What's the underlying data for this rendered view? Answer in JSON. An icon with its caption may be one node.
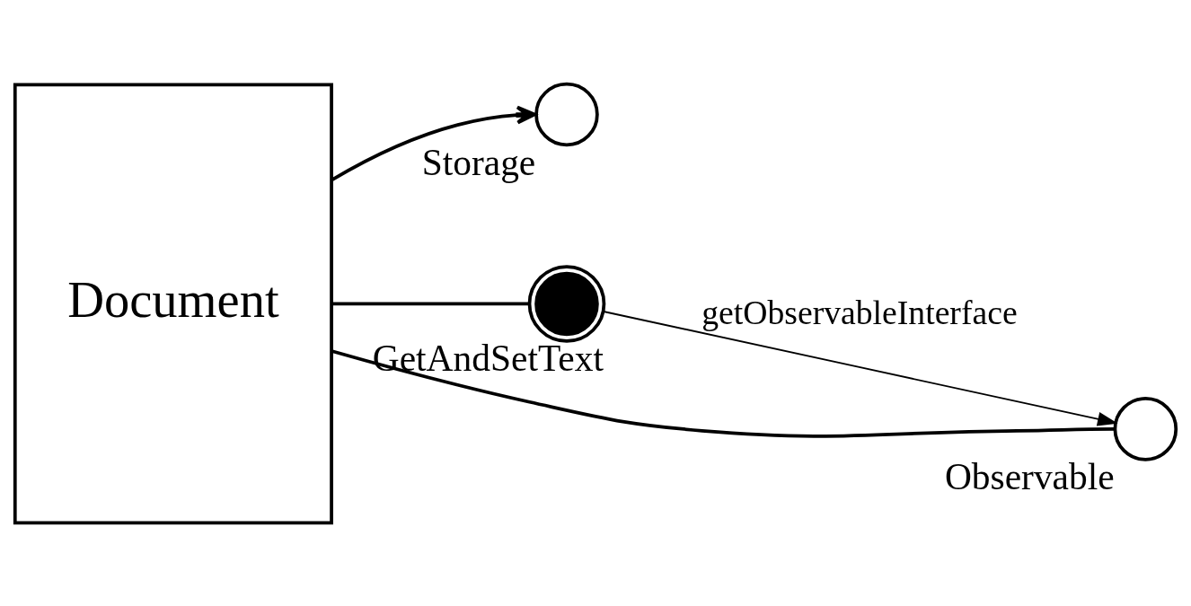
{
  "diagram": {
    "nodes": [
      {
        "text": [
          "Document"
        ]
      },
      {
        "text": [
          "Storage"
        ]
      },
      {
        "text": [
          "GetAndSetText"
        ]
      },
      {
        "text": [
          "Observable"
        ]
      }
    ],
    "edges": [
      {
        "from": 0,
        "to": 1,
        "arrow": "to"
      },
      {
        "from": 0,
        "to": 2,
        "arrow": "none"
      },
      {
        "from": 0,
        "to": 3,
        "arrow": "none"
      },
      {
        "from": 2,
        "to": 3,
        "arrow": "to",
        "label": "getObservableInterface"
      }
    ]
  }
}
